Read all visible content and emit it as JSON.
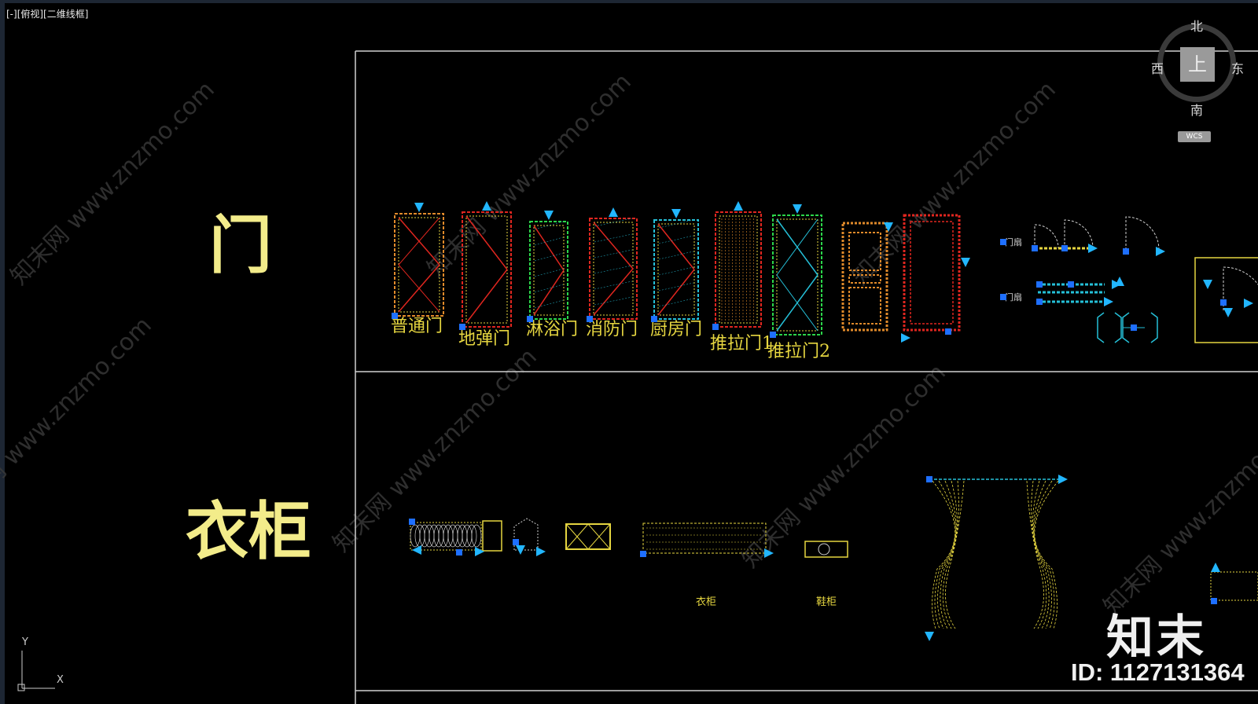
{
  "viewport": {
    "label": "[-][俯视][二维线框]"
  },
  "categories": {
    "doors_title": "门",
    "wardrobe_title": "衣柜"
  },
  "door_labels": [
    "普通门",
    "地弹门",
    "淋浴门",
    "消防门",
    "厨房门",
    "推拉门1",
    "推拉门2"
  ],
  "small_labels": {
    "single": "门扇",
    "double": "门扇",
    "wardrobe": "衣柜",
    "shoe_cabinet": "鞋柜"
  },
  "view_cube": {
    "north": "北",
    "south": "南",
    "east": "东",
    "west": "西",
    "top_face": "上",
    "wcs": "WCS"
  },
  "ucs": {
    "x": "X",
    "y": "Y"
  },
  "watermark": {
    "text": "知末网 www.znzmo.com",
    "brand": "知末",
    "id": "ID: 1127131364"
  },
  "colors": {
    "background": "#000000",
    "label_yellow": "#f3ec8a",
    "grip_blue": "#1e6fff",
    "arrow_cyan": "#22b6ff",
    "frame_white": "#cfcfcf"
  }
}
